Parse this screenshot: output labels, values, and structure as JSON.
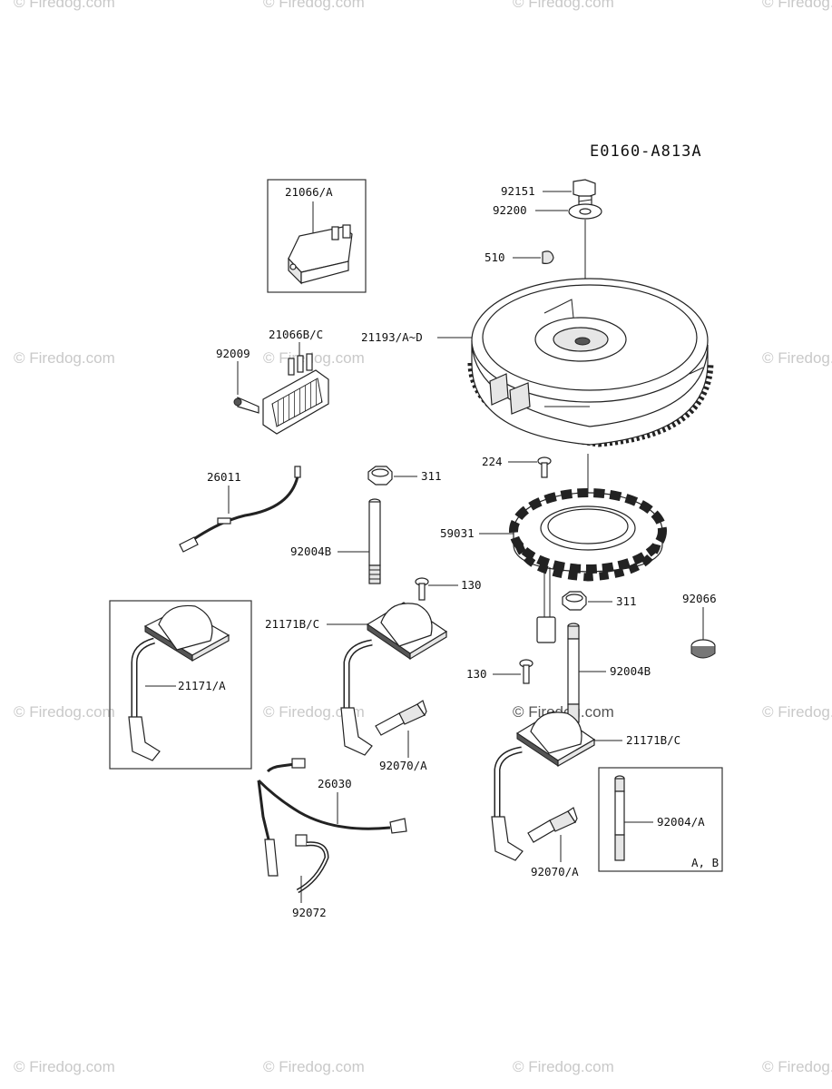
{
  "diagram_code": "E0160-A813A",
  "watermark_text": "© Firedog.com",
  "parts": {
    "p92151": "92151",
    "p92200": "92200",
    "p510": "510",
    "p21066A": "21066/A",
    "p21066BC": "21066B/C",
    "p92009": "92009",
    "p21193": "21193/A~D",
    "p224": "224",
    "p26011": "26011",
    "p311a": "311",
    "p59031": "59031",
    "p92004B_a": "92004B",
    "p130a": "130",
    "p311b": "311",
    "p92066": "92066",
    "p21171BC_a": "21171B/C",
    "p21171A": "21171/A",
    "p130b": "130",
    "p92004B_b": "92004B",
    "p92070A_a": "92070/A",
    "p21171BC_b": "21171B/C",
    "p26030": "26030",
    "p92004A": "92004/A",
    "pAB": "A, B",
    "p92070A_b": "92070/A",
    "p92072": "92072"
  }
}
